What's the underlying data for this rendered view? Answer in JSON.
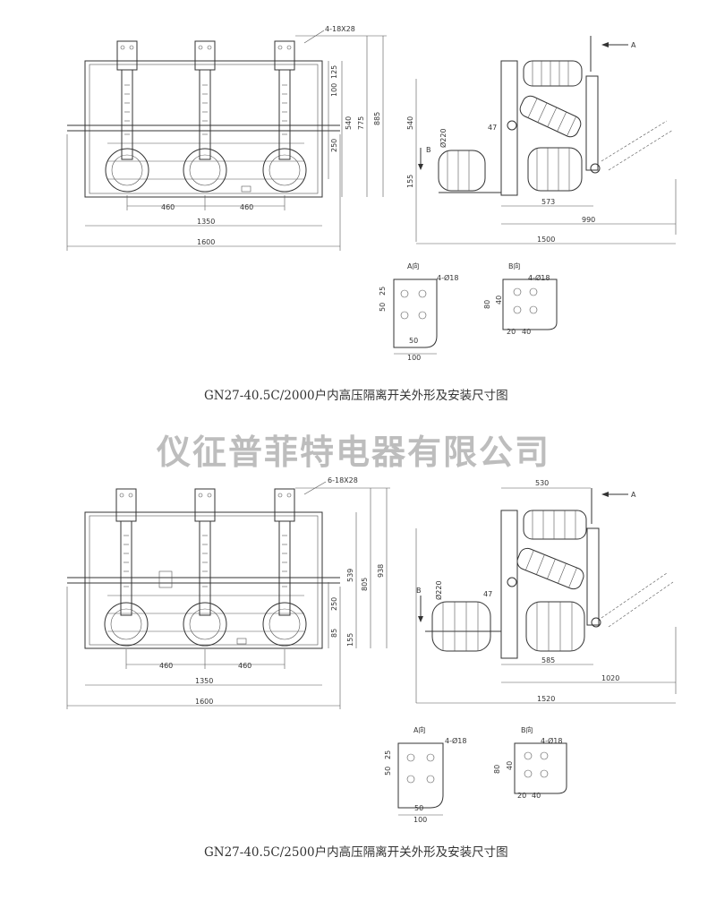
{
  "watermark": "仪征普菲特电器有限公司",
  "top": {
    "caption": "GN27-40.5C/2000户内高压隔离开关外形及安装尺寸图",
    "front": {
      "hole_note": "4-18X28",
      "widths": [
        "460",
        "460",
        "1350",
        "1600"
      ],
      "right_dims": [
        "125",
        "100",
        "250",
        "540",
        "775",
        "885"
      ]
    },
    "side": {
      "arrow_a": "A",
      "arrow_b": "B",
      "dims": [
        "540",
        "155",
        "47",
        "Ø220",
        "573",
        "990",
        "1500"
      ]
    },
    "view_a": {
      "title": "A向",
      "hole_note": "4-Ø18",
      "dims": [
        "25",
        "50",
        "50",
        "100"
      ]
    },
    "view_b": {
      "title": "B向",
      "hole_note": "4-Ø18",
      "dims": [
        "40",
        "80",
        "20",
        "40"
      ]
    }
  },
  "bottom": {
    "caption": "GN27-40.5C/2500户内高压隔离开关外形及安装尺寸图",
    "front": {
      "hole_note": "6-18X28",
      "widths": [
        "460",
        "460",
        "1350",
        "1600"
      ],
      "right_dims": [
        "250",
        "85",
        "155",
        "539",
        "805",
        "938"
      ]
    },
    "side": {
      "arrow_a": "A",
      "arrow_b": "B",
      "dims": [
        "530",
        "Ø220",
        "47",
        "585",
        "1020",
        "1520"
      ]
    },
    "view_a": {
      "title": "A向",
      "hole_note": "4-Ø18",
      "dims": [
        "25",
        "50",
        "50",
        "100"
      ]
    },
    "view_b": {
      "title": "B向",
      "hole_note": "4-Ø18",
      "dims": [
        "40",
        "80",
        "20",
        "40"
      ]
    }
  }
}
